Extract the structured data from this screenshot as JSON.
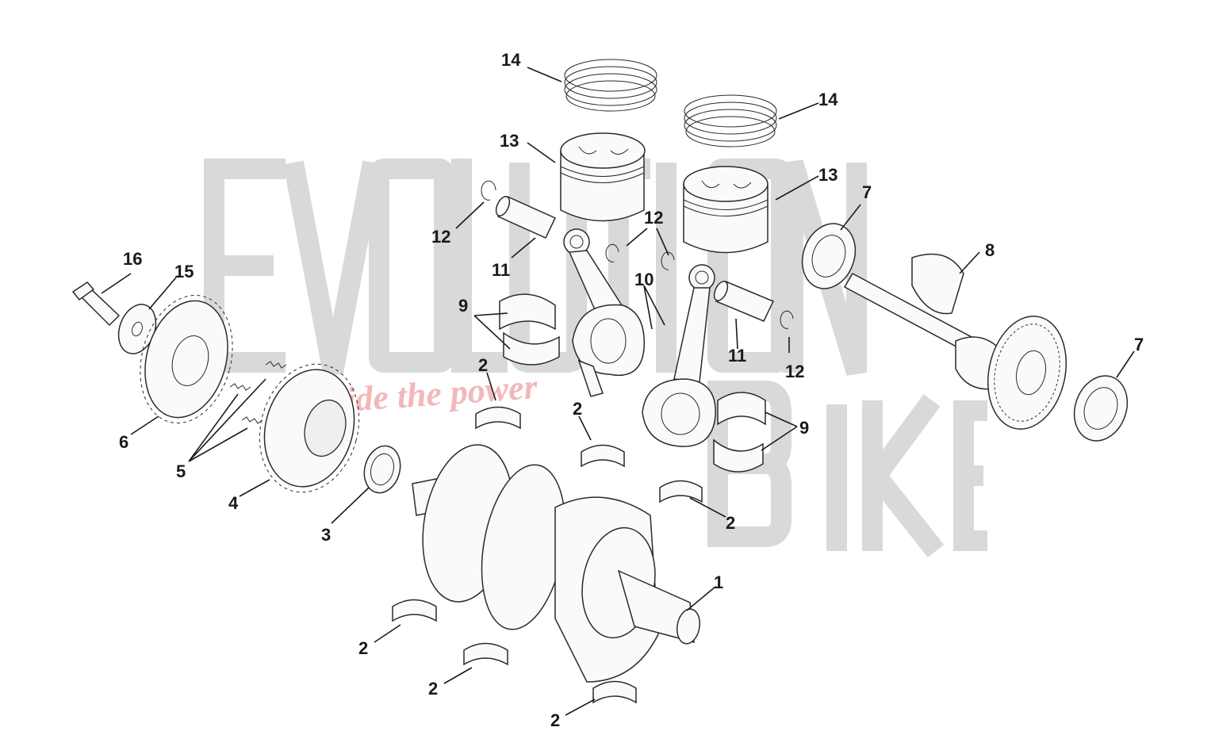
{
  "watermark": {
    "brand_top": "EVOLUTION",
    "brand_bottom": "BIKE",
    "tagline": "ride the power"
  },
  "callouts": [
    {
      "id": "c1",
      "text": "1"
    },
    {
      "id": "c2a",
      "text": "2"
    },
    {
      "id": "c2b",
      "text": "2"
    },
    {
      "id": "c2c",
      "text": "2"
    },
    {
      "id": "c2d",
      "text": "2"
    },
    {
      "id": "c2e",
      "text": "2"
    },
    {
      "id": "c2f",
      "text": "2"
    },
    {
      "id": "c3",
      "text": "3"
    },
    {
      "id": "c4",
      "text": "4"
    },
    {
      "id": "c5",
      "text": "5"
    },
    {
      "id": "c6",
      "text": "6"
    },
    {
      "id": "c7a",
      "text": "7"
    },
    {
      "id": "c7b",
      "text": "7"
    },
    {
      "id": "c8",
      "text": "8"
    },
    {
      "id": "c9a",
      "text": "9"
    },
    {
      "id": "c9b",
      "text": "9"
    },
    {
      "id": "c10",
      "text": "10"
    },
    {
      "id": "c11a",
      "text": "11"
    },
    {
      "id": "c11b",
      "text": "11"
    },
    {
      "id": "c12a",
      "text": "12"
    },
    {
      "id": "c12b",
      "text": "12"
    },
    {
      "id": "c12c",
      "text": "12"
    },
    {
      "id": "c13a",
      "text": "13"
    },
    {
      "id": "c13b",
      "text": "13"
    },
    {
      "id": "c14a",
      "text": "14"
    },
    {
      "id": "c14b",
      "text": "14"
    },
    {
      "id": "c15",
      "text": "15"
    },
    {
      "id": "c16",
      "text": "16"
    }
  ]
}
